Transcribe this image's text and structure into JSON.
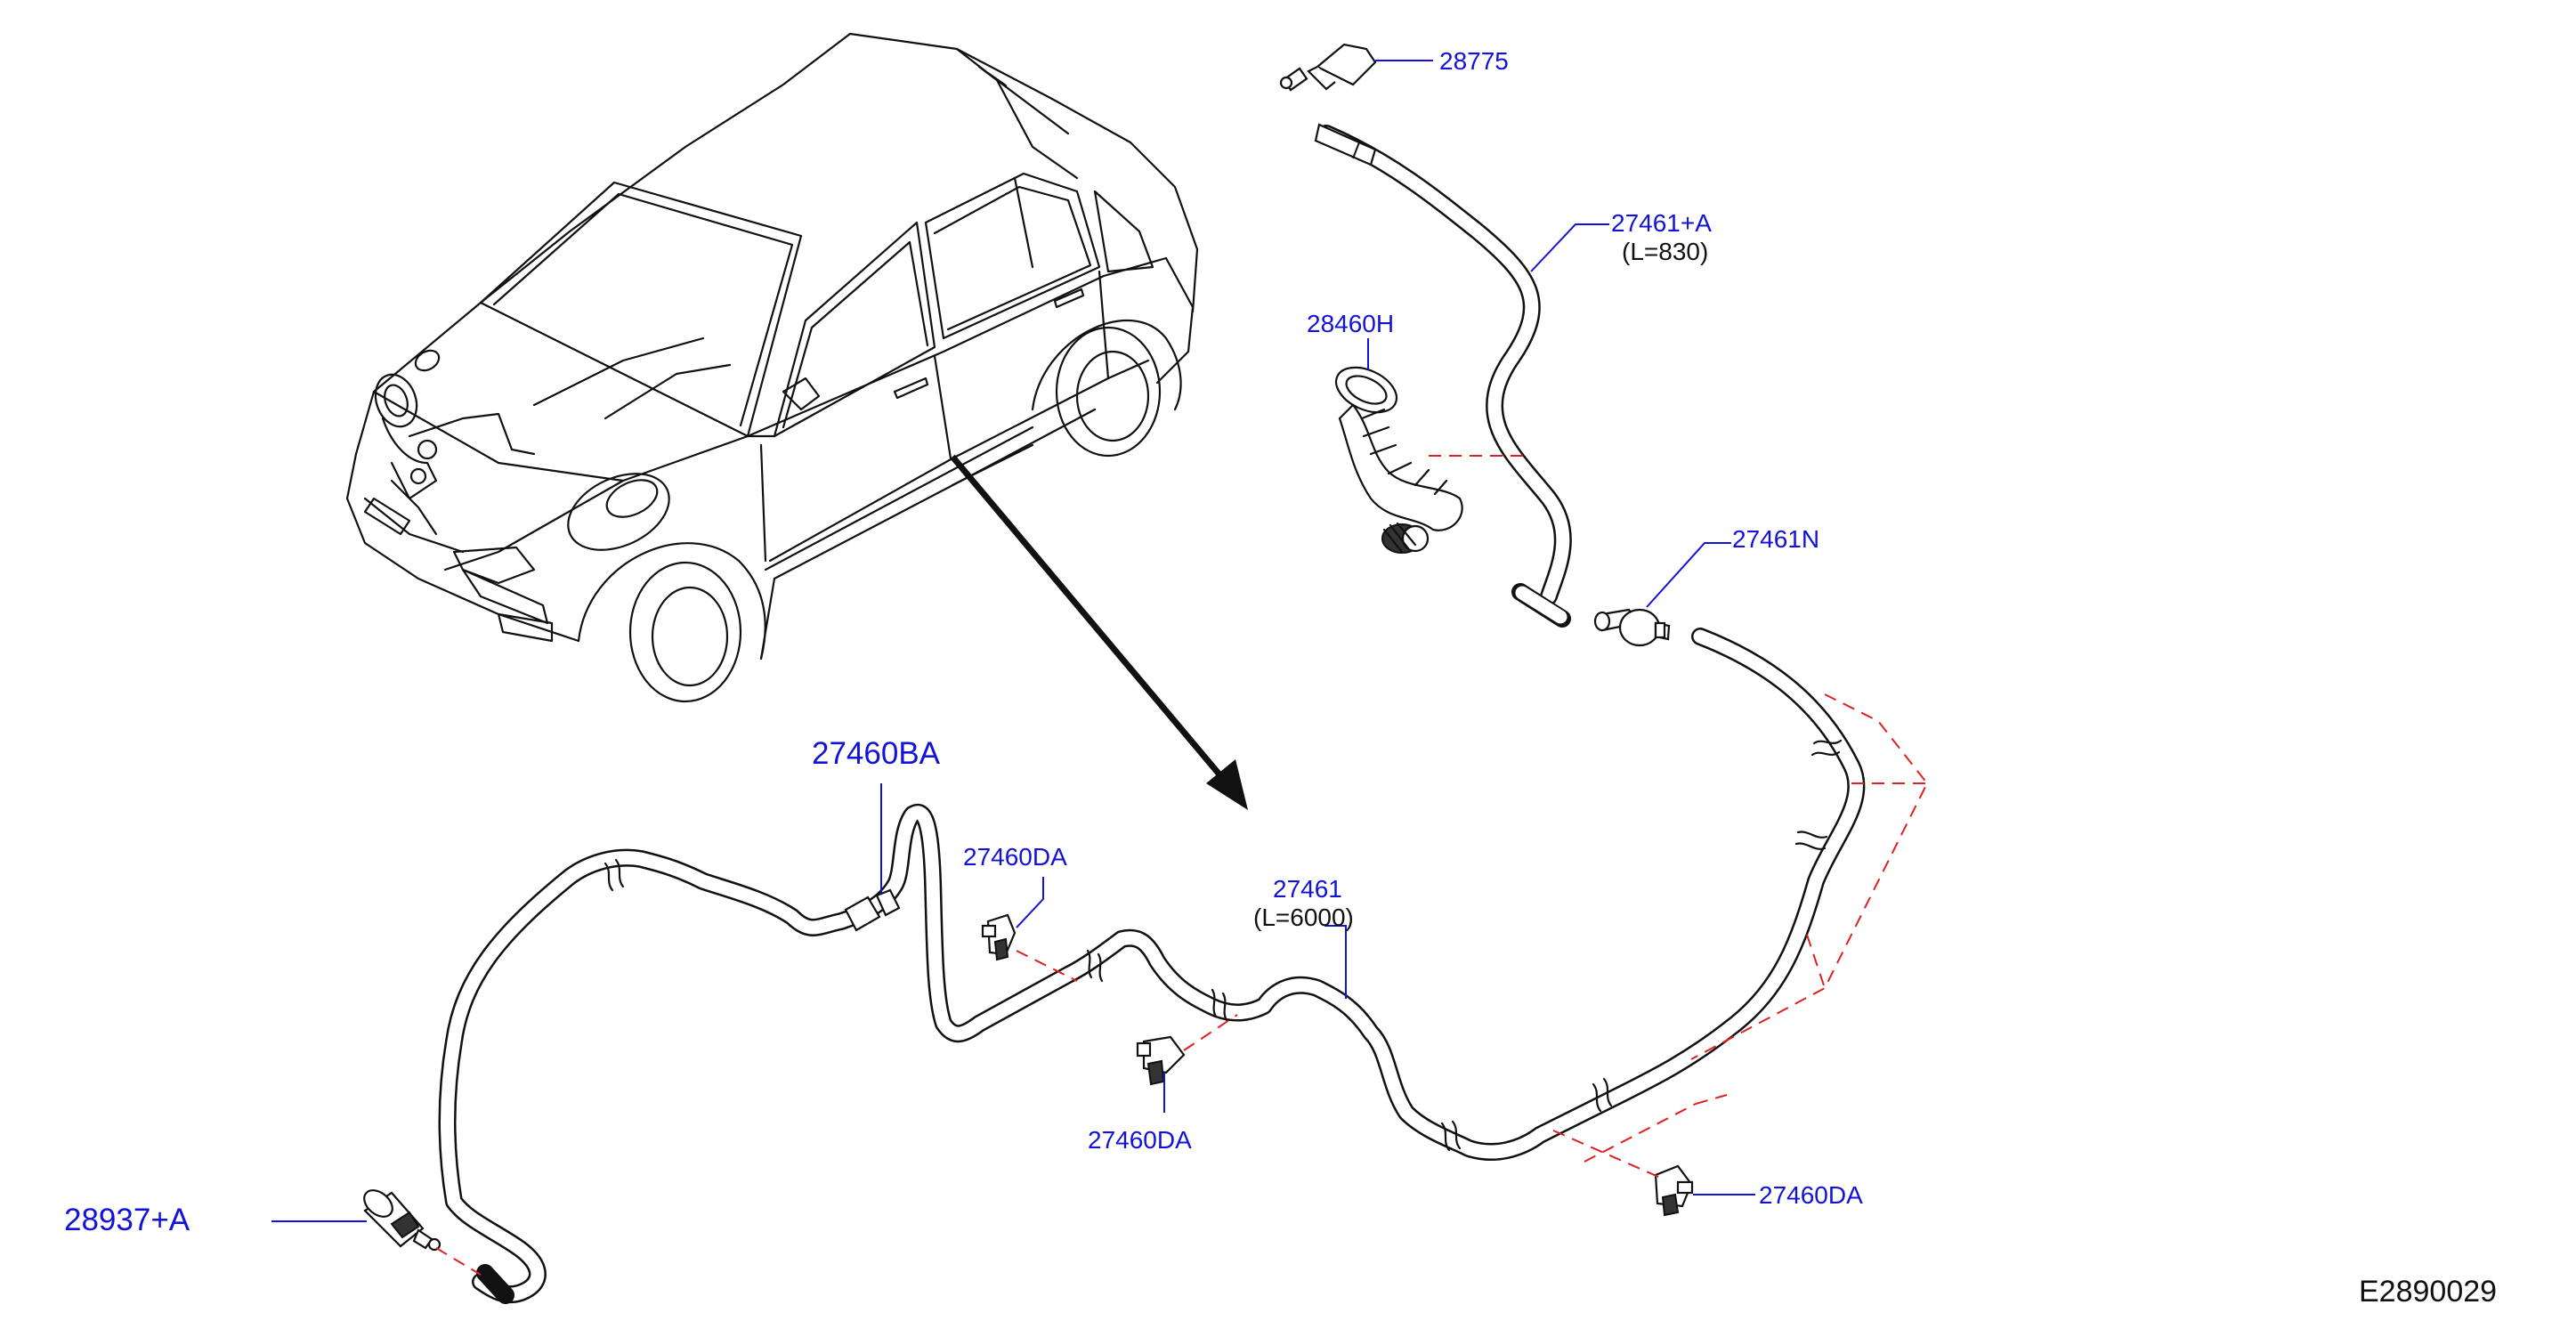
{
  "labels": {
    "p28775": "28775",
    "p27461A": "27461+A",
    "p27461A_len": "(L=830)",
    "p28460H": "28460H",
    "p27461N": "27461N",
    "p27460BA": "27460BA",
    "p27460DA_1": "27460DA",
    "p27461": "27461",
    "p27461_len": "(L=6000)",
    "p27460DA_2": "27460DA",
    "p27460DA_3": "27460DA",
    "p28937A": "28937+A"
  },
  "diagram_ref": "E2890029",
  "colors": {
    "label_blue": "#1212d9",
    "dashed_red": "#e02020",
    "line_black": "#111111"
  }
}
